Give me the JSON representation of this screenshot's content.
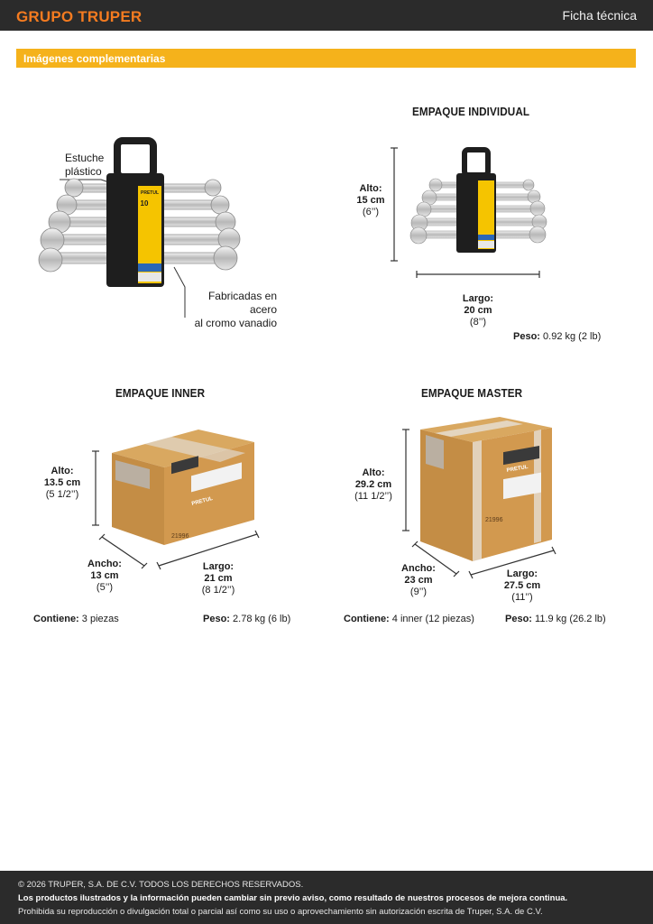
{
  "header": {
    "brand": "GRUPO TRUPER",
    "doc_type": "Ficha técnica",
    "brand_color": "#f47b20",
    "bar_color": "#2b2b2b"
  },
  "section": {
    "title": "Imágenes complementarias",
    "color": "#f5b21b"
  },
  "product": {
    "callout_case_1": "Estuche",
    "callout_case_2": "plástico",
    "callout_material_1": "Fabricadas en acero",
    "callout_material_2": "al cromo vanadio",
    "label_brand": "PRETUL",
    "label_count": "10"
  },
  "individual": {
    "title": "EMPAQUE INDIVIDUAL",
    "alto_label": "Alto:",
    "alto_cm": "15 cm",
    "alto_in": "(6’’)",
    "largo_label": "Largo:",
    "largo_cm": "20 cm",
    "largo_in": "(8’’)",
    "peso_label": "Peso:",
    "peso_value": "0.92 kg (2 lb)"
  },
  "inner": {
    "title": "EMPAQUE INNER",
    "alto_label": "Alto:",
    "alto_cm": "13.5 cm",
    "alto_in": "(5 1/2’’)",
    "ancho_label": "Ancho:",
    "ancho_cm": "13 cm",
    "ancho_in": "(5’’)",
    "largo_label": "Largo:",
    "largo_cm": "21 cm",
    "largo_in": "(8 1/2’’)",
    "contiene_label": "Contiene:",
    "contiene_value": "3 piezas",
    "peso_label": "Peso:",
    "peso_value": "2.78 kg (6 lb)",
    "box_code": "21996",
    "box_brand": "PRETUL"
  },
  "master": {
    "title": "EMPAQUE MASTER",
    "alto_label": "Alto:",
    "alto_cm": "29.2 cm",
    "alto_in": "(11 1/2’’)",
    "ancho_label": "Ancho:",
    "ancho_cm": "23 cm",
    "ancho_in": "(9’’)",
    "largo_label": "Largo:",
    "largo_cm": "27.5 cm",
    "largo_in": "(11’’)",
    "contiene_label": "Contiene:",
    "contiene_value": "4 inner (12 piezas)",
    "peso_label": "Peso:",
    "peso_value": "11.9 kg (26.2 lb)",
    "box_code": "21996",
    "box_brand": "PRETUL"
  },
  "footer": {
    "copyright": "© 2026 TRUPER, S.A. DE C.V. TODOS LOS DERECHOS RESERVADOS.",
    "notice": "Los productos ilustrados y la información pueden cambiar sin previo aviso, como resultado de nuestros procesos de mejora continua.",
    "rights": "Prohibida su reproducción o divulgación total o parcial así como su uso o aprovechamiento sin autorización escrita de Truper, S.A. de C.V."
  }
}
